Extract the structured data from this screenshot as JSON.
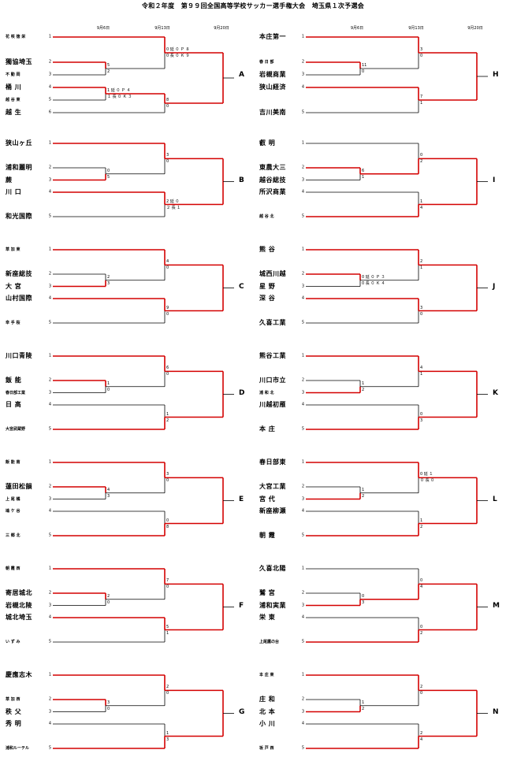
{
  "title": "令和２年度　第９９回全国高等学校サッカー選手権大会　埼玉県１次予選会",
  "dates": [
    "9月6日",
    "9月13日",
    "9月20日"
  ],
  "colors": {
    "win": "#d40000",
    "line": "#000000"
  },
  "blocks": [
    {
      "label": "A",
      "teams": [
        {
          "seed": "1",
          "name": "花 咲 徳 栄"
        },
        {
          "seed": "2",
          "name": "獨協埼玉"
        },
        {
          "seed": "3",
          "name": "不 動 岡"
        },
        {
          "seed": "4",
          "name": "桶 川"
        },
        {
          "seed": "5",
          "name": "越 谷 東"
        },
        {
          "seed": "6",
          "name": "越 生"
        }
      ],
      "scores": {
        "r1": [
          "5",
          "2"
        ],
        "r2": [
          "1 延 ０ Ｐ ４",
          "１ 長 ０ Ｋ ３"
        ],
        "s1": [
          "0 延 ０ Ｐ ８",
          "0 長 ０ Ｋ ９"
        ],
        "s2": [
          "8",
          "0"
        ]
      }
    },
    {
      "label": "B",
      "teams": [
        {
          "seed": "1",
          "name": "狭山ヶ丘"
        },
        {
          "seed": "2",
          "name": "浦和麗明"
        },
        {
          "seed": "3",
          "name": "蕨"
        },
        {
          "seed": "4",
          "name": "川 口"
        },
        {
          "seed": "5",
          "name": "和光国際"
        }
      ],
      "scores": {
        "r1": [
          "0",
          "5"
        ],
        "s1": [
          "3",
          "0"
        ],
        "s2": [
          "2 延 ０",
          "２ 長 １"
        ]
      }
    },
    {
      "label": "C",
      "teams": [
        {
          "seed": "1",
          "name": "草 加 東"
        },
        {
          "seed": "2",
          "name": "新座総技"
        },
        {
          "seed": "3",
          "name": "大 宮"
        },
        {
          "seed": "4",
          "name": "山村国際"
        },
        {
          "seed": "5",
          "name": "幸 手 桜"
        }
      ],
      "scores": {
        "r1": [
          "2",
          "3"
        ],
        "s1": [
          "4",
          "0"
        ],
        "s2": [
          "9",
          "0"
        ]
      }
    },
    {
      "label": "D",
      "teams": [
        {
          "seed": "1",
          "name": "川口青陵"
        },
        {
          "seed": "2",
          "name": "飯 能"
        },
        {
          "seed": "3",
          "name": "春日部工業"
        },
        {
          "seed": "4",
          "name": "日 高"
        },
        {
          "seed": "5",
          "name": "大宮武蔵野"
        }
      ],
      "scores": {
        "r1": [
          "1",
          "0"
        ],
        "s1": [
          "6",
          "0"
        ],
        "s2": [
          "1",
          "2"
        ]
      }
    },
    {
      "label": "E",
      "teams": [
        {
          "seed": "1",
          "name": "飯 能 南"
        },
        {
          "seed": "2",
          "name": "蓮田松韻"
        },
        {
          "seed": "3",
          "name": "上 尾 橘"
        },
        {
          "seed": "4",
          "name": "鳩 ケ 谷"
        },
        {
          "seed": "5",
          "name": "三 郷 北"
        }
      ],
      "scores": {
        "r1": [
          "4",
          "3"
        ],
        "s1": [
          "3",
          "0"
        ],
        "s2": [
          "0",
          "8"
        ]
      }
    },
    {
      "label": "F",
      "teams": [
        {
          "seed": "1",
          "name": "朝 霞 西"
        },
        {
          "seed": "2",
          "name": "寄居城北"
        },
        {
          "seed": "3",
          "name": "岩槻北陵"
        },
        {
          "seed": "4",
          "name": "城北埼玉"
        },
        {
          "seed": "5",
          "name": "い ず み"
        }
      ],
      "scores": {
        "r1": [
          "2",
          "0"
        ],
        "s1": [
          "7",
          "0"
        ],
        "s2": [
          "5",
          "1"
        ]
      }
    },
    {
      "label": "G",
      "teams": [
        {
          "seed": "1",
          "name": "慶應志木"
        },
        {
          "seed": "2",
          "name": "草 加 西"
        },
        {
          "seed": "3",
          "name": "秩 父"
        },
        {
          "seed": "4",
          "name": "秀 明"
        },
        {
          "seed": "5",
          "name": "浦和ルーテル"
        }
      ],
      "scores": {
        "r1": [
          "3",
          "0"
        ],
        "s1": [
          "2",
          "0"
        ],
        "s2": [
          "1",
          "3"
        ]
      }
    },
    {
      "label": "H",
      "teams": [
        {
          "seed": "1",
          "name": "本庄第一"
        },
        {
          "seed": "2",
          "name": "春 日 部"
        },
        {
          "seed": "3",
          "name": "岩槻商業"
        },
        {
          "seed": "4",
          "name": "狭山経済"
        },
        {
          "seed": "5",
          "name": "吉川美南"
        }
      ],
      "scores": {
        "r1": [
          "11",
          "0"
        ],
        "s1": [
          "3",
          "0"
        ],
        "s2": [
          "7",
          "1"
        ]
      }
    },
    {
      "label": "I",
      "teams": [
        {
          "seed": "1",
          "name": "叡 明"
        },
        {
          "seed": "2",
          "name": "東農大三"
        },
        {
          "seed": "3",
          "name": "越谷総技"
        },
        {
          "seed": "4",
          "name": "所沢商業"
        },
        {
          "seed": "5",
          "name": "越 谷 北"
        }
      ],
      "scores": {
        "r1": [
          "6",
          "1"
        ],
        "s1": [
          "0",
          "2"
        ],
        "s2": [
          "1",
          "4"
        ]
      }
    },
    {
      "label": "J",
      "teams": [
        {
          "seed": "1",
          "name": "熊 谷"
        },
        {
          "seed": "2",
          "name": "城西川越"
        },
        {
          "seed": "3",
          "name": "星 野"
        },
        {
          "seed": "4",
          "name": "深 谷"
        },
        {
          "seed": "5",
          "name": "久喜工業"
        }
      ],
      "scores": {
        "r1": [
          "0 延 ０ Ｐ ３",
          "0 長 ０ Ｋ ４"
        ],
        "s1": [
          "2",
          "1"
        ],
        "s2": [
          "3",
          "0"
        ]
      }
    },
    {
      "label": "K",
      "teams": [
        {
          "seed": "1",
          "name": "熊谷工業"
        },
        {
          "seed": "2",
          "name": "川口市立"
        },
        {
          "seed": "3",
          "name": "浦 和 北"
        },
        {
          "seed": "4",
          "name": "川越初雁"
        },
        {
          "seed": "5",
          "name": "本 庄"
        }
      ],
      "scores": {
        "r1": [
          "1",
          "2"
        ],
        "s1": [
          "4",
          "1"
        ],
        "s2": [
          "0",
          "3"
        ]
      }
    },
    {
      "label": "L",
      "teams": [
        {
          "seed": "1",
          "name": "春日部東"
        },
        {
          "seed": "2",
          "name": "大宮工業"
        },
        {
          "seed": "3",
          "name": "宮 代"
        },
        {
          "seed": "4",
          "name": "新座柳瀬"
        },
        {
          "seed": "5",
          "name": "朝 霞"
        }
      ],
      "scores": {
        "r1": [
          "1",
          "2"
        ],
        "s1": [
          "0 延 １",
          "０ 長 ０"
        ],
        "s2": [
          "1",
          "2"
        ]
      }
    },
    {
      "label": "M",
      "teams": [
        {
          "seed": "1",
          "name": "久喜北陽"
        },
        {
          "seed": "2",
          "name": "鷲 宮"
        },
        {
          "seed": "3",
          "name": "浦和実業"
        },
        {
          "seed": "4",
          "name": "栄 東"
        },
        {
          "seed": "5",
          "name": "上尾鷹の台"
        }
      ],
      "scores": {
        "r1": [
          "0",
          "3"
        ],
        "s1": [
          "0",
          "4"
        ],
        "s2": [
          "0",
          "2"
        ]
      }
    },
    {
      "label": "N",
      "teams": [
        {
          "seed": "1",
          "name": "本 庄 東"
        },
        {
          "seed": "2",
          "name": "庄 和"
        },
        {
          "seed": "3",
          "name": "北 本"
        },
        {
          "seed": "4",
          "name": "小 川"
        },
        {
          "seed": "5",
          "name": "坂 戸 西"
        }
      ],
      "scores": {
        "r1": [
          "1",
          "2"
        ],
        "s1": [
          "2",
          "0"
        ],
        "s2": [
          "2",
          "4"
        ]
      }
    }
  ]
}
